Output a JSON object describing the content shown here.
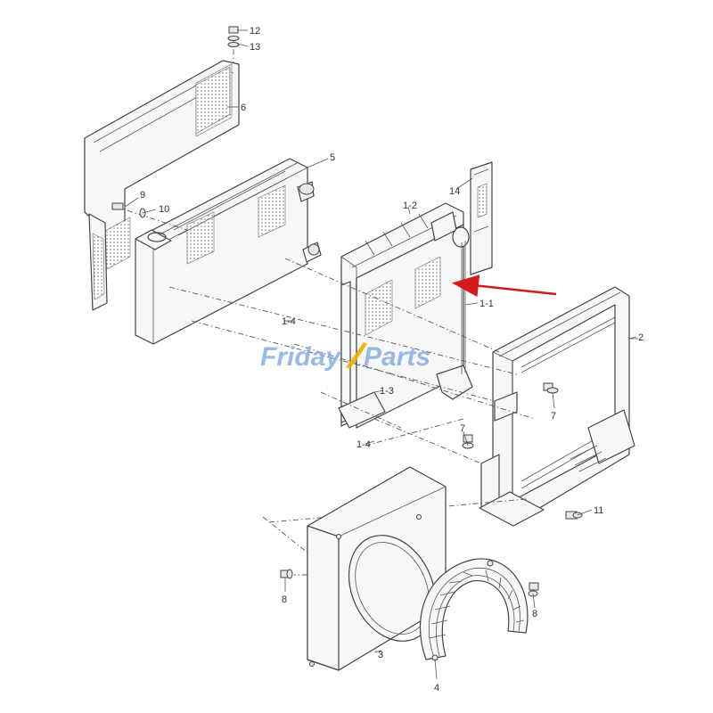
{
  "watermark": {
    "friday": "Friday",
    "parts": "Parts",
    "color": "#8fb3df",
    "accent": "#f0b000"
  },
  "arrow": {
    "color": "#d21c1c"
  },
  "callouts": {
    "c12": "12",
    "c13": "13",
    "c6": "6",
    "c5": "5",
    "c9": "9",
    "c10": "10",
    "c14": "14",
    "c1_2": "1-2",
    "c1_1": "1-1",
    "c1_4a": "1-4",
    "c1_3": "1-3",
    "c1_4b": "1-4",
    "c2": "2",
    "c7a": "7",
    "c7b": "7",
    "c11": "11",
    "c8a": "8",
    "c8b": "8",
    "c3": "3",
    "c4": "4"
  }
}
